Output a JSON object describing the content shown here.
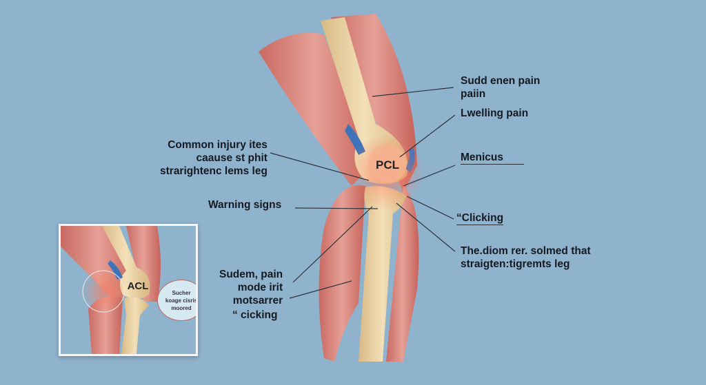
{
  "main_figure": {
    "bubble_label": "PCL",
    "labels_left": {
      "common_injury": [
        "Common injury ites",
        "caause st phit",
        "strarightenc lems leg"
      ],
      "warning_signs": "Warning signs",
      "sudden_pain": [
        "Sudem, pain",
        "mode irit",
        "motsarrer"
      ],
      "clicking": "“ cicking"
    },
    "labels_right": {
      "sudden_pain": [
        "Sudd enen pain",
        "paiin"
      ],
      "swelling": "Lwelling pain",
      "meniscus": "Menicus",
      "clicking": "“Clicking",
      "description": [
        "The.diom rer. solmed that",
        "straigten:tigremts leg"
      ]
    }
  },
  "inset": {
    "ligament_label": "ACL",
    "callout": [
      "Sucher",
      "koage cisris",
      "moored"
    ]
  },
  "colors": {
    "background": "#8fb2cd",
    "muscle": "#d9847a",
    "bone": "#ecd3a4",
    "highlight": "#f4a98a"
  }
}
